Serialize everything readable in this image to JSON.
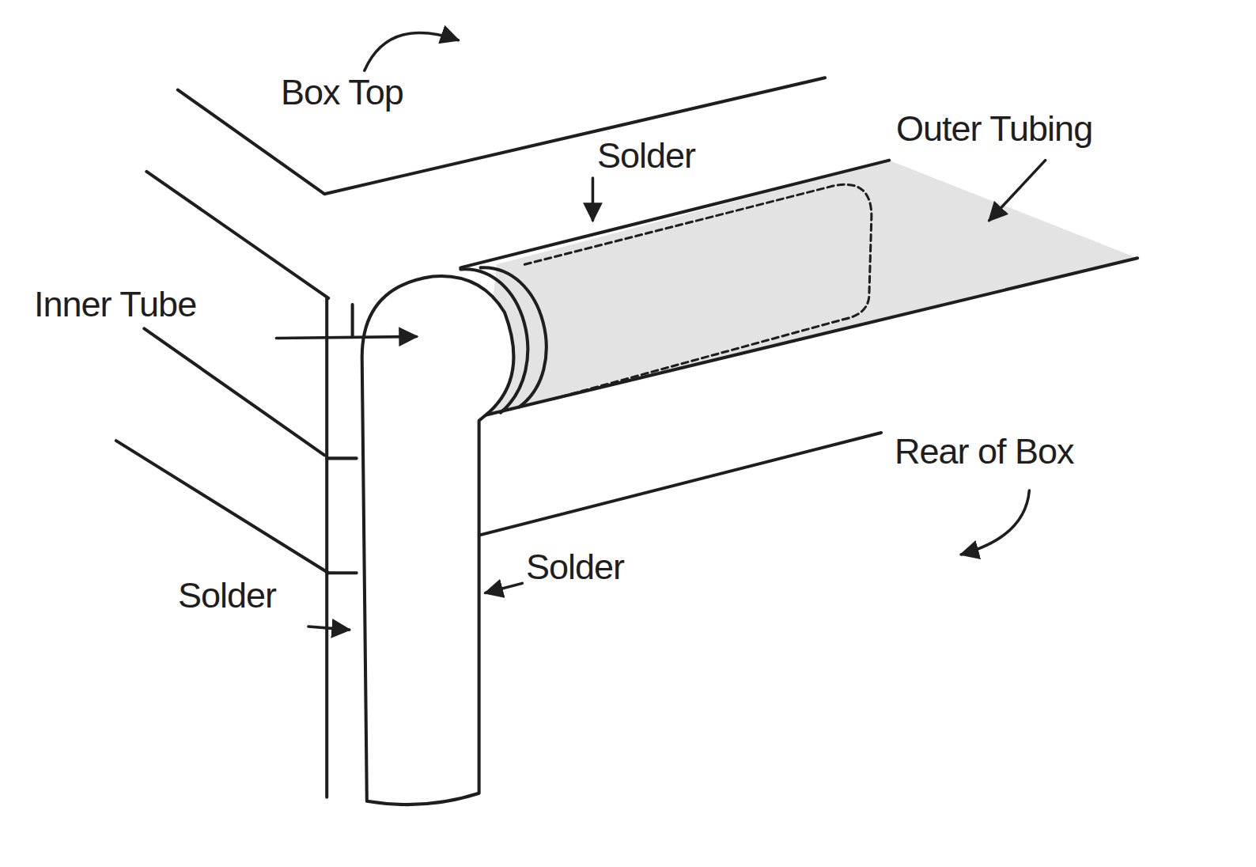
{
  "diagram": {
    "labels": [
      "Box Top",
      "Solder",
      "Outer Tubing",
      "Inner Tube",
      "Rear of Box",
      "Solder",
      "Solder"
    ]
  }
}
